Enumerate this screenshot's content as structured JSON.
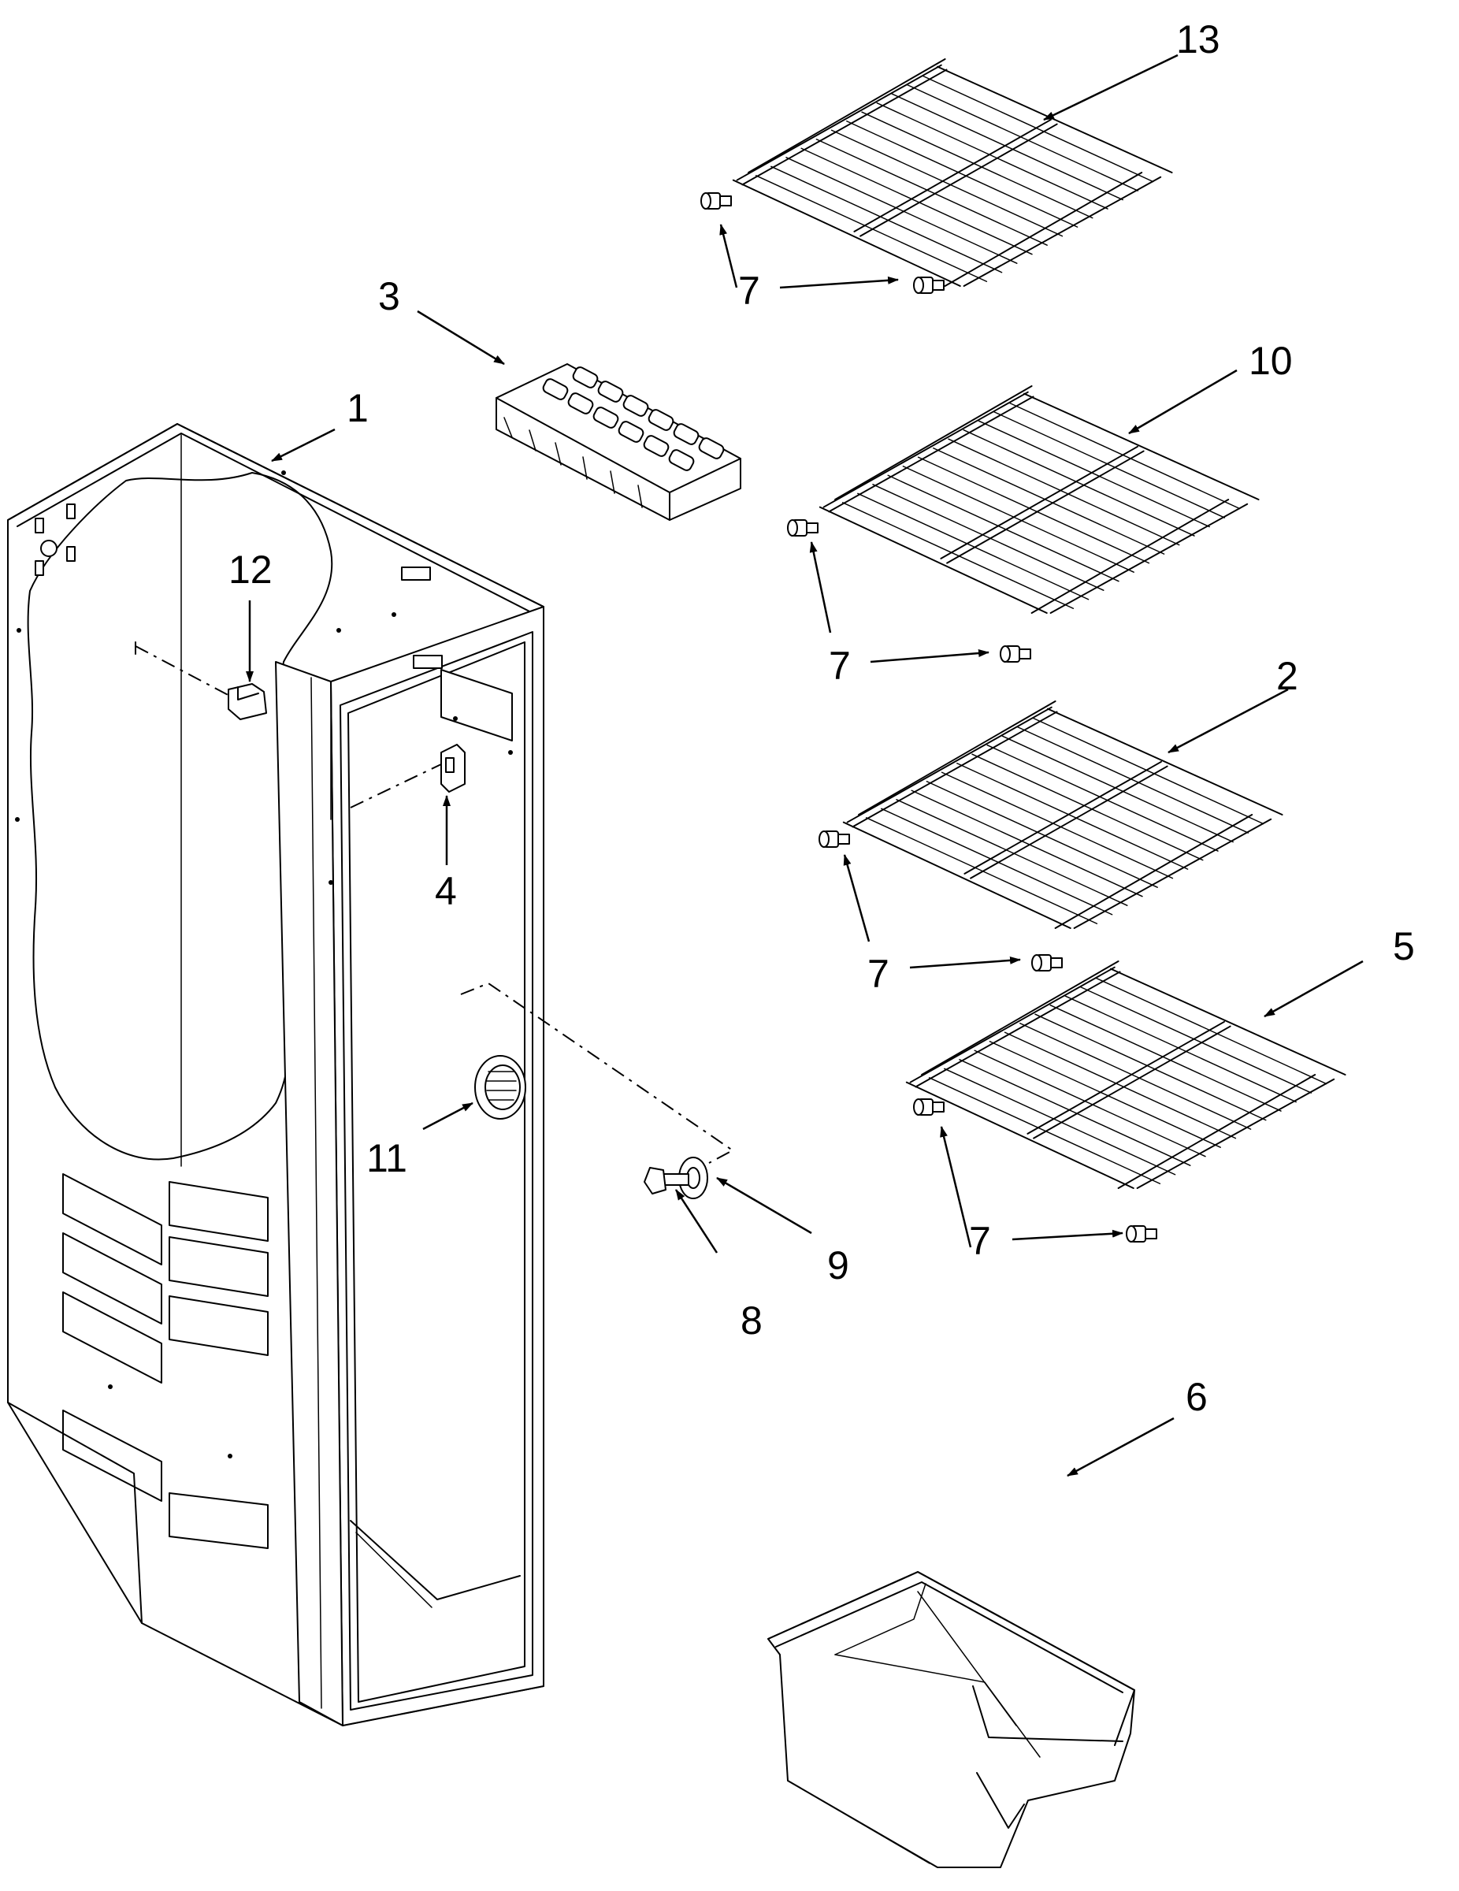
{
  "callouts": {
    "c1": "1",
    "c2": "2",
    "c3": "3",
    "c4": "4",
    "c5": "5",
    "c6": "6",
    "c7a": "7",
    "c7b": "7",
    "c7c": "7",
    "c7d": "7",
    "c8": "8",
    "c9": "9",
    "c10": "10",
    "c11": "11",
    "c12": "12",
    "c13": "13"
  },
  "parts": [
    {
      "callout": "1",
      "icon": "freezer-liner"
    },
    {
      "callout": "2",
      "icon": "wire-shelf"
    },
    {
      "callout": "3",
      "icon": "ice-cube-tray"
    },
    {
      "callout": "4",
      "icon": "light-switch"
    },
    {
      "callout": "5",
      "icon": "wire-shelf"
    },
    {
      "callout": "6",
      "icon": "storage-bin"
    },
    {
      "callout": "7",
      "icon": "shelf-stud"
    },
    {
      "callout": "8",
      "icon": "screw"
    },
    {
      "callout": "9",
      "icon": "washer"
    },
    {
      "callout": "10",
      "icon": "wire-shelf"
    },
    {
      "callout": "11",
      "icon": "control-knob"
    },
    {
      "callout": "12",
      "icon": "clip"
    },
    {
      "callout": "13",
      "icon": "wire-shelf"
    }
  ]
}
